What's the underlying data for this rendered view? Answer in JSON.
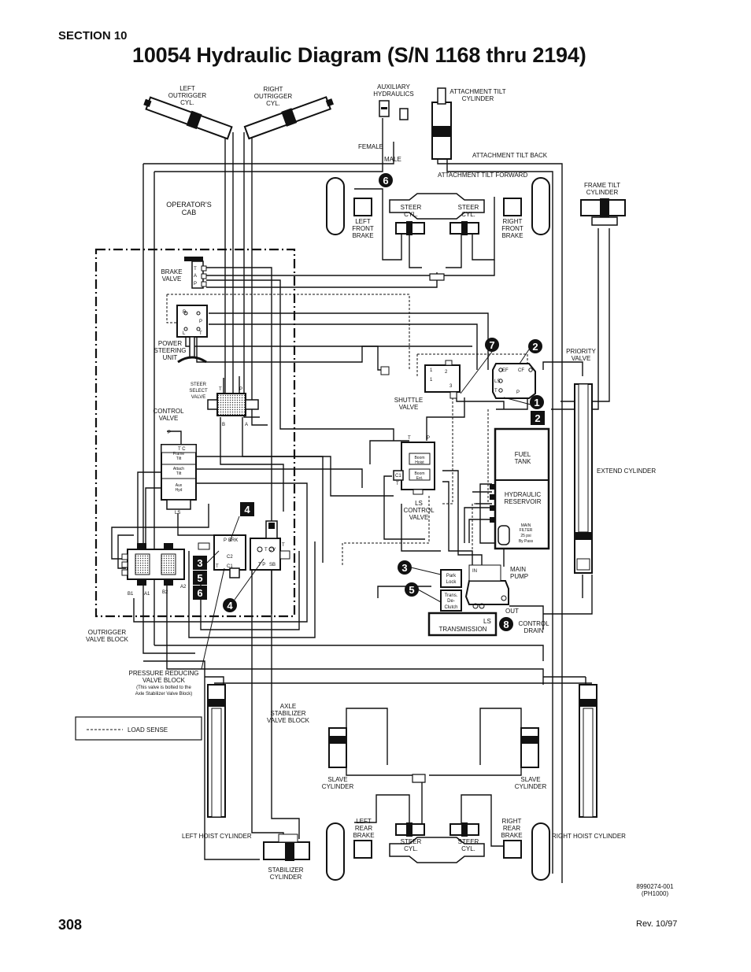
{
  "header": {
    "section": "SECTION 10",
    "title": "10054 Hydraulic Diagram (S/N 1168 thru 2194)"
  },
  "footer": {
    "page_number": "308",
    "revision": "Rev. 10/97",
    "doc_id": "8990274-001",
    "doc_sub": "(PH1000)"
  },
  "labels": {
    "left_outrigger": [
      "LEFT",
      "OUTRIGGER",
      "CYL."
    ],
    "right_outrigger": [
      "RIGHT",
      "OUTRIGGER",
      "CYL."
    ],
    "aux_hyd": [
      "AUXILIARY",
      "HYDRAULICS"
    ],
    "attach_tilt_cyl": [
      "ATTACHMENT TILT",
      "CYLINDER"
    ],
    "female": "FEMALE",
    "male": "MALE",
    "attach_tilt_back": "ATTACHMENT TILT BACK",
    "attach_tilt_forward": "ATTACHMENT TILT FORWARD",
    "frame_tilt": [
      "FRAME TILT",
      "CYLINDER"
    ],
    "operators_cab": [
      "OPERATOR'S",
      "CAB"
    ],
    "steer_cyl": [
      "STEER",
      "CYL."
    ],
    "left_front_brake": [
      "LEFT",
      "FRONT",
      "BRAKE"
    ],
    "right_front_brake": [
      "RIGHT",
      "FRONT",
      "BRAKE"
    ],
    "brake_valve": [
      "BRAKE",
      "VALVE"
    ],
    "power_steering": [
      "POWER",
      "STEERING",
      "UNIT"
    ],
    "steer_select": [
      "STEER",
      "SELECT",
      "VALVE"
    ],
    "control_valve": [
      "CONTROL",
      "VALVE"
    ],
    "priority_valve": [
      "PRIORITY",
      "VALVE"
    ],
    "shuttle_valve": [
      "SHUTTLE",
      "VALVE"
    ],
    "fuel_tank": [
      "FUEL",
      "TANK"
    ],
    "hydraulic_reservoir": [
      "HYDRAULIC",
      "RESERVOIR"
    ],
    "main_filter": [
      "MAIN",
      "FILTER",
      "25 psi",
      "By Pass"
    ],
    "extend_cylinder": "EXTEND CYLINDER",
    "ls_control_valve": [
      "LS",
      "CONTROL",
      "VALVE"
    ],
    "boom_hoist": [
      "Boom",
      "Hoist"
    ],
    "boom_ext": [
      "Boom",
      "Ext."
    ],
    "park_lock": [
      "Park",
      "Lock"
    ],
    "trans_declutch": [
      "Trans.",
      "De-",
      "Clutch"
    ],
    "main_pump": [
      "MAIN",
      "PUMP"
    ],
    "out": "OUT",
    "ls": "LS",
    "control_drain": [
      "CONTROL",
      "DRAIN"
    ],
    "transmission": "TRANSMISSION",
    "outrigger_valve_block": [
      "OUTRIGGER",
      "VALVE BLOCK"
    ],
    "pressure_reducing": [
      "PRESSURE REDUCING",
      "VALVE BLOCK",
      "(This valve is bolted to the",
      "Axle Stabilizer Valve Block)"
    ],
    "axle_stabilizer": [
      "AXLE",
      "STABILIZER",
      "VALVE BLOCK"
    ],
    "left_hoist": "LEFT HOIST CYLINDER",
    "right_hoist": "RIGHT HOIST CYLINDER",
    "slave_cyl": [
      "SLAVE",
      "CYLINDER"
    ],
    "left_rear_brake": [
      "LEFT",
      "REAR",
      "BRAKE"
    ],
    "right_rear_brake": [
      "RIGHT",
      "REAR",
      "BRAKE"
    ],
    "stabilizer_cyl": [
      "STABILIZER",
      "CYLINDER"
    ],
    "legend_load_sense": "LOAD SENSE",
    "frame_tilt_small": [
      "Frame",
      "Tilt"
    ],
    "attach_tilt_small": [
      "Attach",
      "Tilt"
    ],
    "aux_hyd_small": [
      "Aux",
      "Hyd"
    ],
    "ports": {
      "T": "T",
      "A": "A",
      "P": "P",
      "R": "R",
      "L": "L",
      "B": "B",
      "EF": "EF",
      "CF": "CF",
      "IN": "IN",
      "TC": "T C",
      "B1": "B1",
      "A1": "A1",
      "B2": "B2",
      "A2": "A2",
      "C1": "C1",
      "C2": "C2",
      "BRK": "BRK",
      "TP": "T P",
      "SB": "SB",
      "V": "V",
      "one": "1",
      "two": "2",
      "three": "3"
    }
  },
  "badges": {
    "b1": "1",
    "b2": "2",
    "b3": "3",
    "b4": "4",
    "b5": "5",
    "b6": "6",
    "b7": "7",
    "b8": "8"
  }
}
